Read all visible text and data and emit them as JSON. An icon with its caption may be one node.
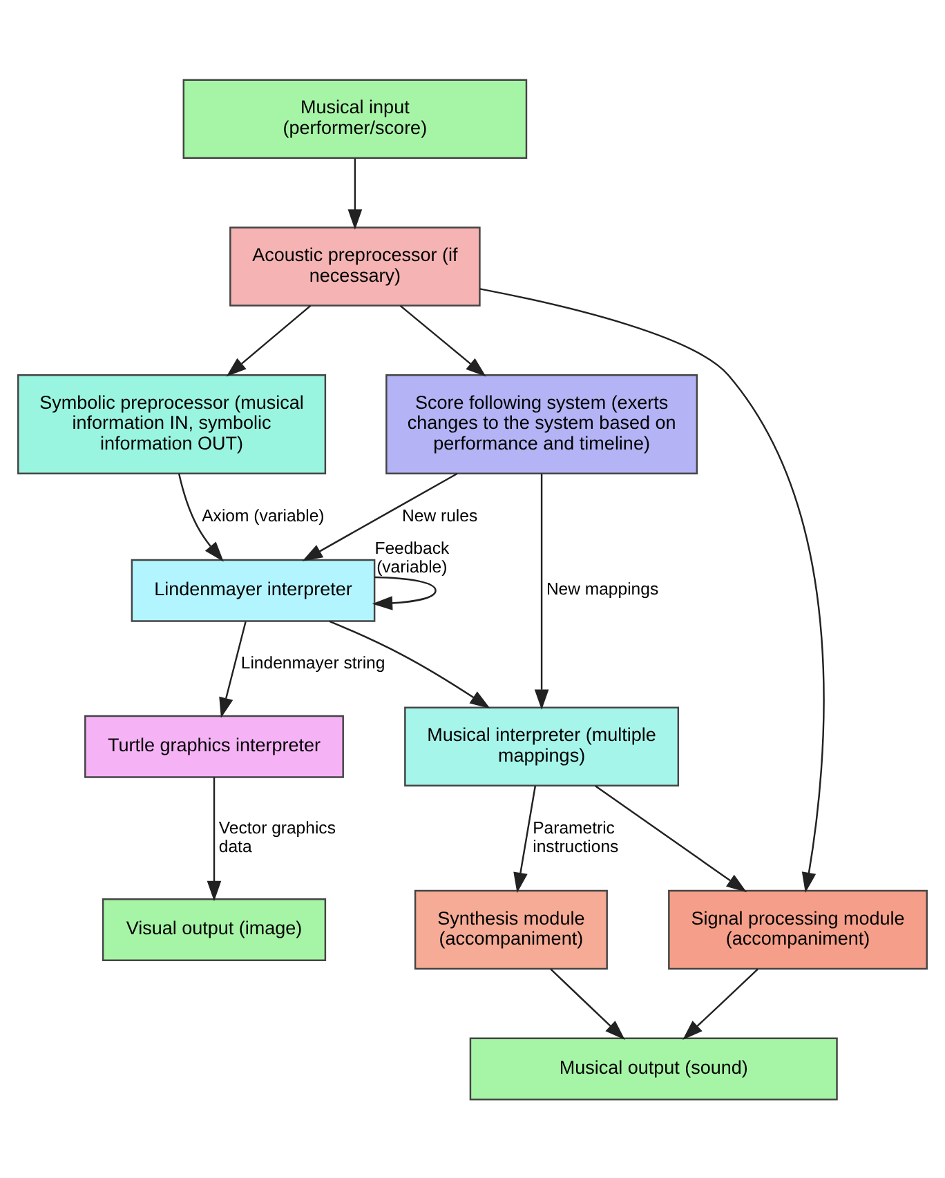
{
  "diagram": {
    "nodes": [
      {
        "text": [
          "Musical input (performer/score)"
        ]
      },
      {
        "text": [
          "Acoustic preprocessor (if necessary)"
        ]
      },
      {
        "text": [
          "Symbolic preprocessor (musical information IN, symbolic information OUT)"
        ]
      },
      {
        "text": [
          "Score following system (exerts changes to the system based on performance and timeline)"
        ]
      },
      {
        "text": [
          "Lindenmayer interpreter"
        ]
      },
      {
        "text": [
          "Turtle graphics interpreter"
        ]
      },
      {
        "text": [
          "Musical interpreter (multiple mappings)"
        ]
      },
      {
        "text": [
          "Visual output (image)"
        ]
      },
      {
        "text": [
          "Signal processing module (accompaniment)"
        ]
      },
      {
        "text": [
          "Synthesis module (accompaniment)"
        ]
      },
      {
        "text": [
          "Musical output (sound)"
        ]
      }
    ],
    "edges": [
      {
        "from": 0,
        "to": 1,
        "arrow": "to"
      },
      {
        "from": 1,
        "to": 2,
        "arrow": "to"
      },
      {
        "from": 1,
        "to": 3,
        "arrow": "to"
      },
      {
        "from": 1,
        "to": 8,
        "arrow": "to"
      },
      {
        "from": 2,
        "to": 4,
        "arrow": "to",
        "label": "Axiom (variable)"
      },
      {
        "from": 3,
        "to": 4,
        "arrow": "to",
        "label": "New rules"
      },
      {
        "from": 3,
        "to": 6,
        "arrow": "to",
        "label": "New mappings"
      },
      {
        "from": 4,
        "to": 4,
        "arrow": "to",
        "label": "Feedback (variable)"
      },
      {
        "from": 4,
        "to": 5,
        "arrow": "to",
        "label": "Lindenmayer string"
      },
      {
        "from": 4,
        "to": 6,
        "arrow": "to"
      },
      {
        "from": 5,
        "to": 7,
        "arrow": "to",
        "label": "Vector graphics data"
      },
      {
        "from": 6,
        "to": 8,
        "arrow": "to"
      },
      {
        "from": 6,
        "to": 9,
        "arrow": "to",
        "label": "Parametric instructions"
      },
      {
        "from": 8,
        "to": 10,
        "arrow": "to"
      },
      {
        "from": 9,
        "to": 10,
        "arrow": "to"
      }
    ]
  }
}
